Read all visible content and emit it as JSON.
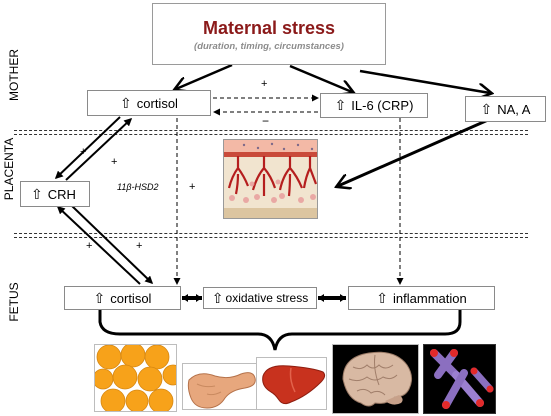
{
  "regions": {
    "mother": "MOTHER",
    "placenta": "PLACENTA",
    "fetus": "FETUS"
  },
  "maternal_stress": {
    "title": "Maternal stress",
    "subtitle": "(duration, timing, circumstances)"
  },
  "up_arrow": "⇧",
  "nodes": {
    "maternal_cortisol": "cortisol",
    "il6": "IL-6  (CRP)",
    "na_a": "NA, A",
    "crh": "CRH",
    "fetal_cortisol": "cortisol",
    "oxidative_stress": "oxidative stress",
    "inflammation": "inflammation"
  },
  "labels": {
    "plus_top": "+",
    "minus": "−",
    "plus_left_upper": "+",
    "plus_left_upper2": "+",
    "hsd2": "11β-HSD2",
    "plus_hsd2": "+",
    "plus_left_lower": "+",
    "plus_left_lower2": "+"
  },
  "colors": {
    "title_red": "#8b1a1a",
    "subtitle_gray": "#8c8c8c",
    "border": "#8a8a8a",
    "fat_orange": "#f7a21a",
    "liver_red": "#c8321e",
    "pancreas": "#e7a77d"
  },
  "images": [
    "placenta-illustration",
    "adipose-tissue-image",
    "pancreas-image",
    "liver-image",
    "brain-image",
    "chromosomes-image"
  ]
}
